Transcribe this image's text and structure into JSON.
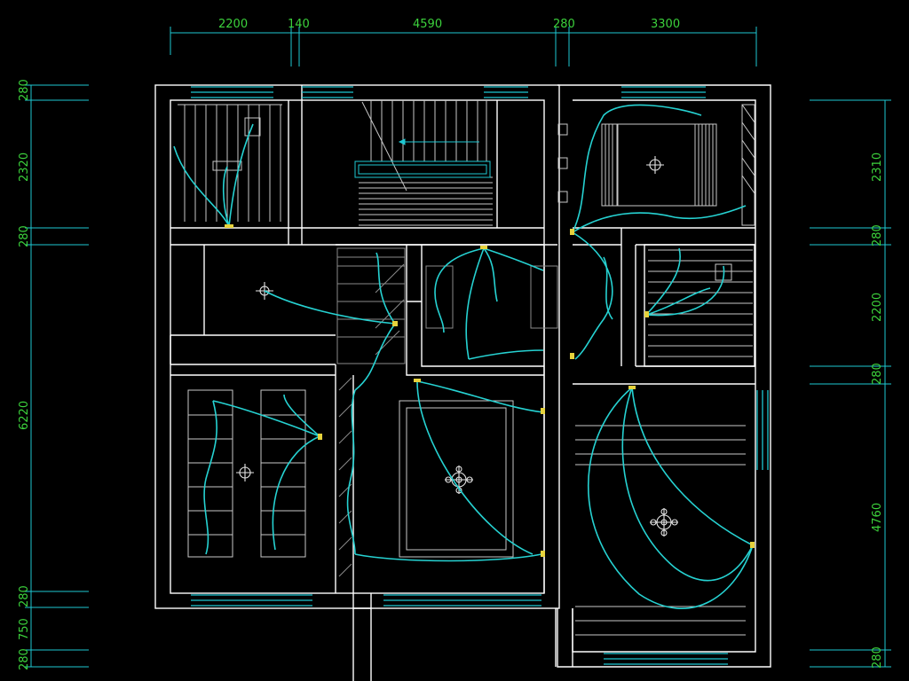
{
  "colors": {
    "background": "#000000",
    "walls": "#ffffff",
    "windows_and_dimension_lines": "#1ec8d2",
    "dimension_text": "#3cd23c",
    "wiring": "#26d2d2",
    "switch_markers": "#e6d23c"
  },
  "dimensions": {
    "top": [
      "2200",
      "140",
      "4590",
      "280",
      "3300"
    ],
    "left": [
      "280",
      "2320",
      "280",
      "6220",
      "280",
      "750",
      "280"
    ],
    "right": [
      "2310",
      "280",
      "2200",
      "280",
      "4760",
      "280"
    ]
  },
  "icons": {
    "ceiling_light": "ceiling-light-fixture-icon",
    "switch": "switch-marker-icon"
  }
}
